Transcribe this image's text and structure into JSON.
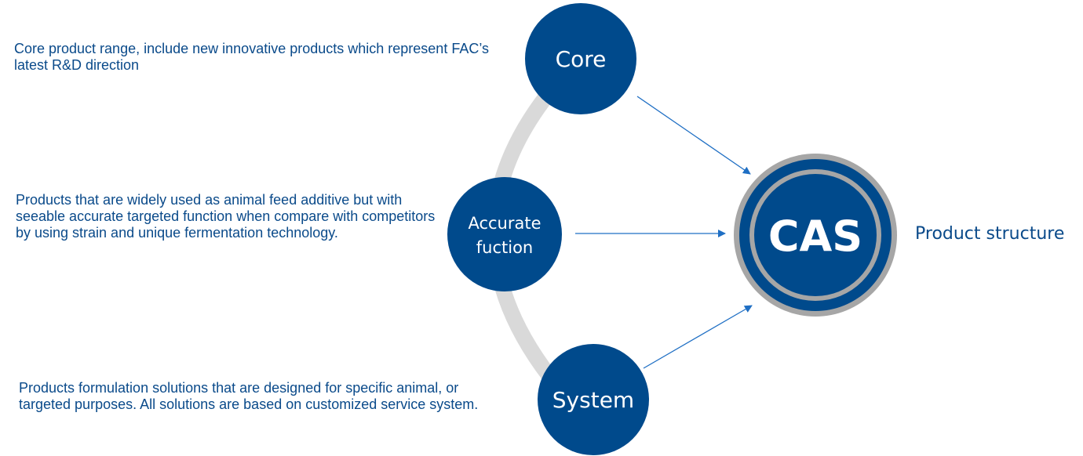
{
  "colors": {
    "node_fill": "#004a8c",
    "ring_gray": "#a6a6a6",
    "arc_gray": "#d9d9d9",
    "arrow_blue": "#1f6fc4",
    "text_blue": "#0a4a8a"
  },
  "nodes": [
    {
      "id": "core",
      "lines": [
        "Core"
      ],
      "icon": "circle-node"
    },
    {
      "id": "accurate",
      "lines": [
        "Accurate",
        "fuction"
      ],
      "icon": "circle-node"
    },
    {
      "id": "system",
      "lines": [
        "System"
      ],
      "icon": "circle-node"
    }
  ],
  "hub": {
    "label": "CAS",
    "side_label": "Product structure"
  },
  "descriptions": {
    "core": "Core product range, include new innovative products which represent FAC’s latest R&D direction",
    "accurate": "Products that are widely used as animal feed additive but with seeable accurate targeted function when compare with competitors by using strain and unique fermentation technology.",
    "system": "Products formulation solutions that are designed for specific animal, or targeted purposes. All solutions are based on customized service system."
  }
}
